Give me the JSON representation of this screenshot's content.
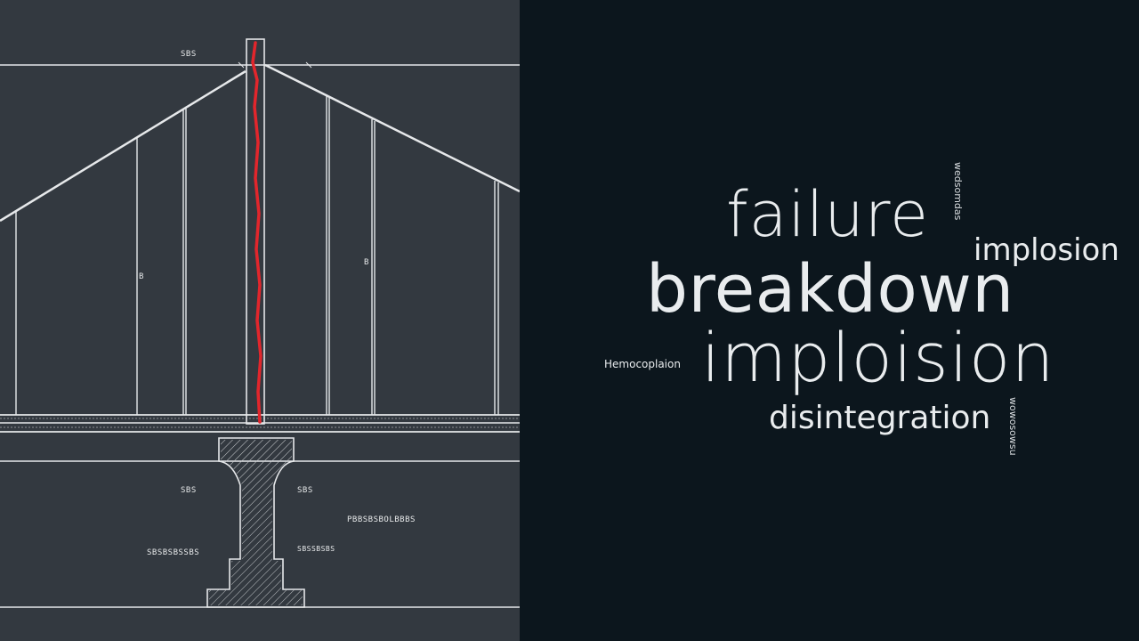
{
  "blueprint": {
    "labels": {
      "top_tag": "SBS",
      "pier_left_tag": "SBS",
      "pier_right_tag": "SBS",
      "right_note": "PBBSBSBOLBBBS",
      "left_note": "SBSBSBSSBS",
      "center_note": "SBSSBSBS",
      "cable_tag_left": "B",
      "cable_tag_right": "B"
    },
    "colors": {
      "background": "#333940",
      "lines": "#e6e8ea",
      "crack": "#e2262c"
    }
  },
  "word_cloud": {
    "colors": {
      "background": "#0c161d",
      "text": "#e9ecee"
    },
    "words": {
      "failure": "failure",
      "implosion_small": "implosion",
      "breakdown": "breakdown",
      "imploision": "imploision",
      "hemocoplaion": "Hemocoplaion",
      "disintegration": "disintegration",
      "vertical_top": "wedsomdas",
      "vertical_bottom": "wowosowsu"
    }
  }
}
